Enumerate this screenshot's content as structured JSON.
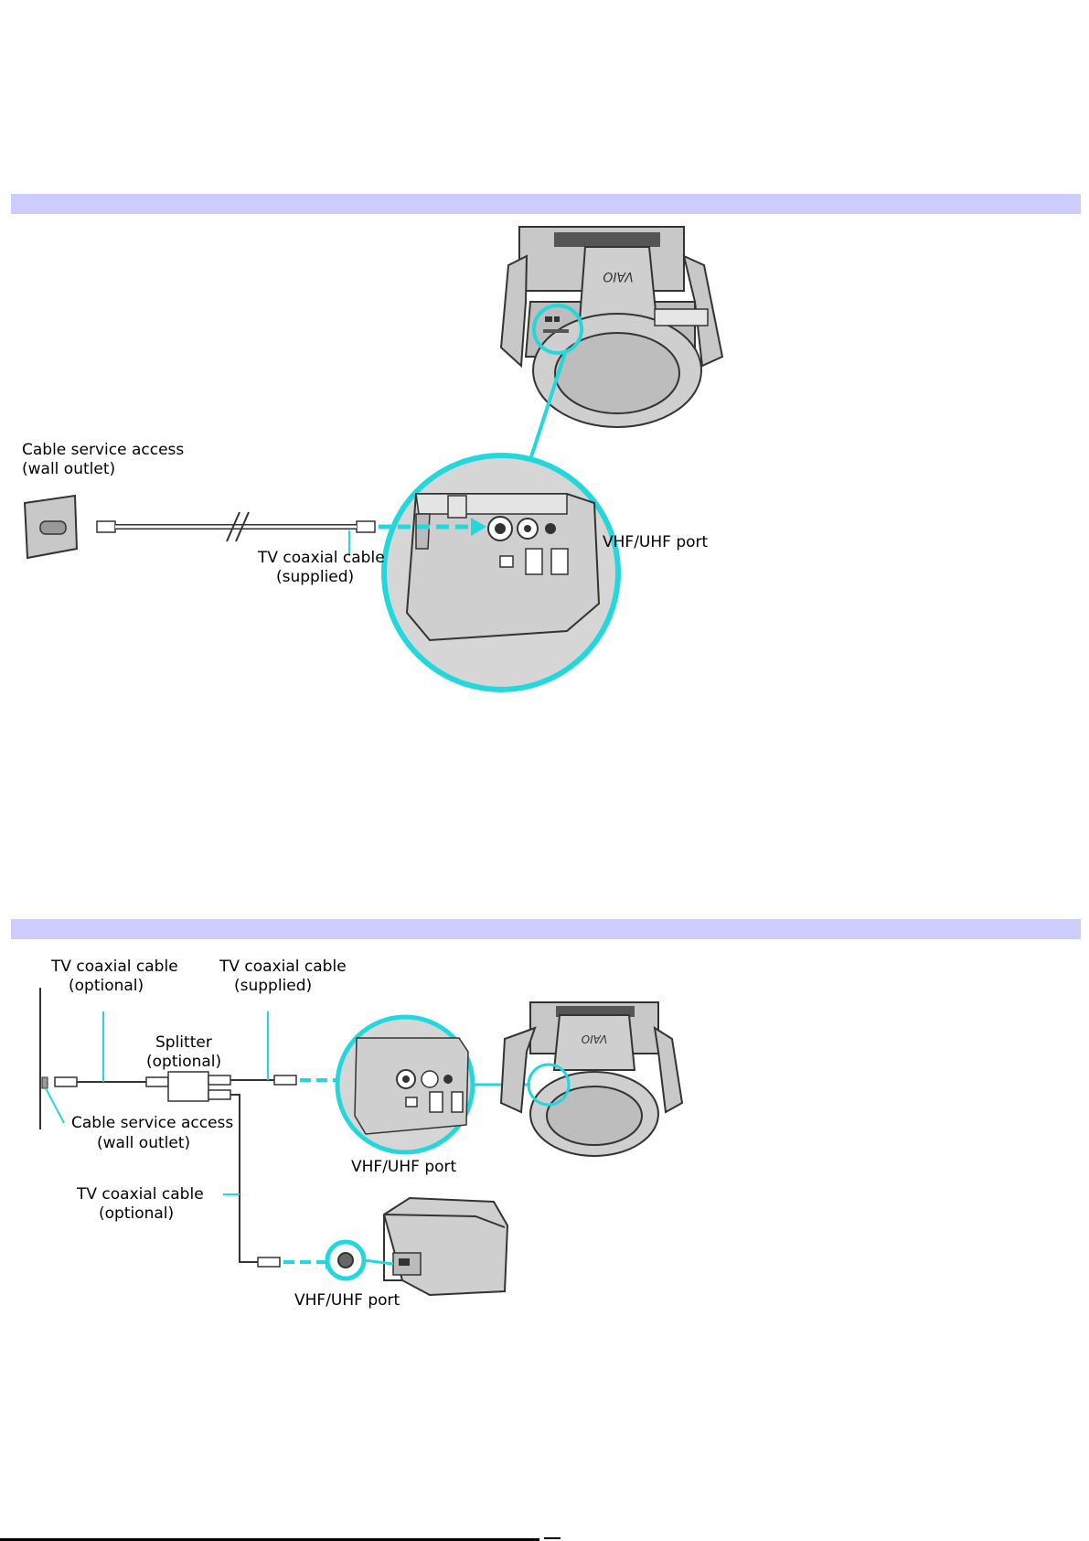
{
  "colors": {
    "band": "#ccccff",
    "accent": "#22d8dc",
    "device_gray": "#c8c8c8",
    "line": "#000000"
  },
  "figure1": {
    "wall_outlet_label": [
      "Cable service access",
      "(wall outlet)"
    ],
    "cable_label": [
      "TV coaxial cable",
      "(supplied)"
    ],
    "port_label": "VHF/UHF port",
    "brand_logo": "VAIO"
  },
  "figure2": {
    "cable_optional_top": [
      "TV coaxial cable",
      "(optional)"
    ],
    "cable_supplied_top": [
      "TV coaxial cable",
      "(supplied)"
    ],
    "splitter_label": [
      "Splitter",
      "(optional)"
    ],
    "wall_outlet_label": [
      "Cable service access",
      "(wall outlet)"
    ],
    "cable_optional_lower": [
      "TV coaxial cable",
      "(optional)"
    ],
    "computer_port_label": "VHF/UHF port",
    "tv_port_label": "VHF/UHF port",
    "brand_logo": "VAIO"
  }
}
